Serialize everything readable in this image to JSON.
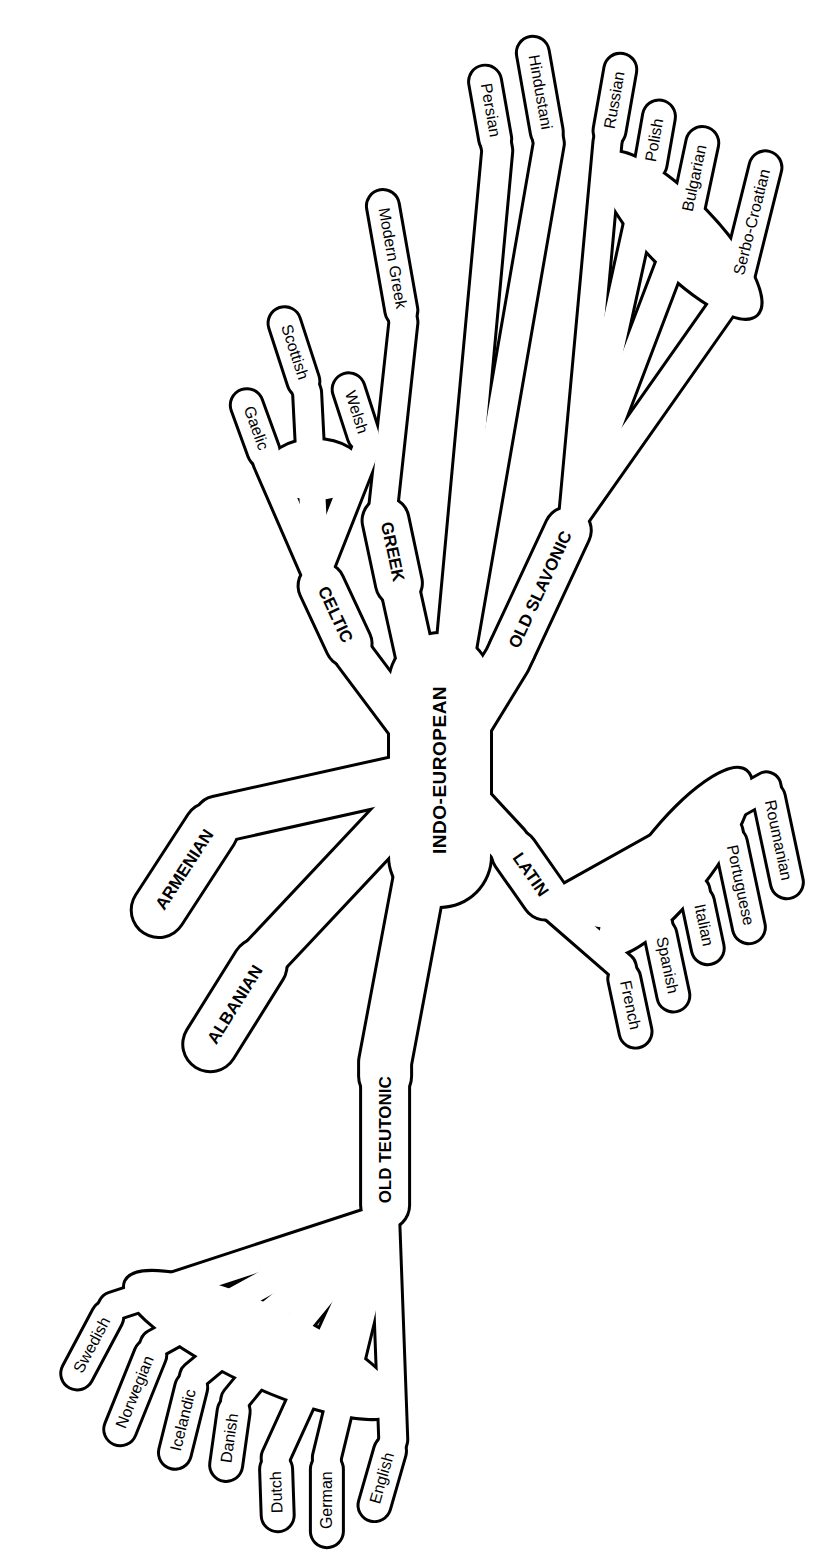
{
  "diagram": {
    "nodes": [
      {
        "text": [
          "INDO-EUROPEAN"
        ]
      },
      {
        "text": [
          "OLD TEUTONIC"
        ]
      },
      {
        "text": [
          "Swedish"
        ]
      },
      {
        "text": [
          "Norwegian"
        ]
      },
      {
        "text": [
          "Icelandic"
        ]
      },
      {
        "text": [
          "Danish"
        ]
      },
      {
        "text": [
          "Dutch"
        ]
      },
      {
        "text": [
          "German"
        ]
      },
      {
        "text": [
          "English"
        ]
      },
      {
        "text": [
          "ALBANIAN"
        ]
      },
      {
        "text": [
          "ARMENIAN"
        ]
      },
      {
        "text": [
          "CELTIC"
        ]
      },
      {
        "text": [
          "Gaelic"
        ]
      },
      {
        "text": [
          "Scottish"
        ]
      },
      {
        "text": [
          "Welsh"
        ]
      },
      {
        "text": [
          "GREEK"
        ]
      },
      {
        "text": [
          "Modern Greek"
        ]
      },
      {
        "text": [
          "Persian"
        ]
      },
      {
        "text": [
          "Hindustani"
        ]
      },
      {
        "text": [
          "OLD SLAVONIC"
        ]
      },
      {
        "text": [
          "Russian"
        ]
      },
      {
        "text": [
          "Polish"
        ]
      },
      {
        "text": [
          "Bulgarian"
        ]
      },
      {
        "text": [
          "Serbo-Croatian"
        ]
      },
      {
        "text": [
          "LATIN"
        ]
      },
      {
        "text": [
          "French"
        ]
      },
      {
        "text": [
          "Spanish"
        ]
      },
      {
        "text": [
          "Italian"
        ]
      },
      {
        "text": [
          "Portuguese"
        ]
      },
      {
        "text": [
          "Roumanian"
        ]
      }
    ],
    "edges": [
      {
        "from": 0,
        "to": 1,
        "arrow": "none"
      },
      {
        "from": 1,
        "to": 2,
        "arrow": "none"
      },
      {
        "from": 1,
        "to": 3,
        "arrow": "none"
      },
      {
        "from": 1,
        "to": 4,
        "arrow": "none"
      },
      {
        "from": 1,
        "to": 5,
        "arrow": "none"
      },
      {
        "from": 1,
        "to": 6,
        "arrow": "none"
      },
      {
        "from": 1,
        "to": 7,
        "arrow": "none"
      },
      {
        "from": 1,
        "to": 8,
        "arrow": "none"
      },
      {
        "from": 0,
        "to": 9,
        "arrow": "none"
      },
      {
        "from": 0,
        "to": 10,
        "arrow": "none"
      },
      {
        "from": 0,
        "to": 11,
        "arrow": "none"
      },
      {
        "from": 11,
        "to": 12,
        "arrow": "none"
      },
      {
        "from": 11,
        "to": 13,
        "arrow": "none"
      },
      {
        "from": 11,
        "to": 14,
        "arrow": "none"
      },
      {
        "from": 0,
        "to": 15,
        "arrow": "none"
      },
      {
        "from": 15,
        "to": 16,
        "arrow": "none"
      },
      {
        "from": 0,
        "to": 17,
        "arrow": "none"
      },
      {
        "from": 0,
        "to": 18,
        "arrow": "none"
      },
      {
        "from": 0,
        "to": 19,
        "arrow": "none"
      },
      {
        "from": 19,
        "to": 20,
        "arrow": "none"
      },
      {
        "from": 19,
        "to": 21,
        "arrow": "none"
      },
      {
        "from": 19,
        "to": 22,
        "arrow": "none"
      },
      {
        "from": 19,
        "to": 23,
        "arrow": "none"
      },
      {
        "from": 0,
        "to": 24,
        "arrow": "none"
      },
      {
        "from": 24,
        "to": 25,
        "arrow": "none"
      },
      {
        "from": 24,
        "to": 26,
        "arrow": "none"
      },
      {
        "from": 24,
        "to": 27,
        "arrow": "none"
      },
      {
        "from": 24,
        "to": 28,
        "arrow": "none"
      },
      {
        "from": 24,
        "to": 29,
        "arrow": "none"
      }
    ]
  }
}
